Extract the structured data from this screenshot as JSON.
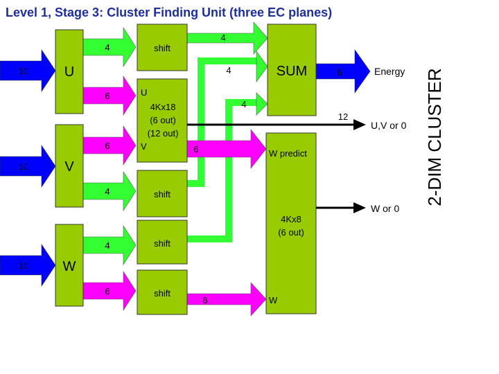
{
  "title": "Level 1, Stage 3: Cluster Finding Unit (three EC planes)",
  "side_label": "2-DIM CLUSTER",
  "colors": {
    "title": "#1f2f9a",
    "block_fill": "#99cc00",
    "block_stroke": "#333333",
    "blue_arrow": "#0000ff",
    "green_arrow": "#33ff33",
    "magenta_arrow": "#ff00ff",
    "line": "#000000"
  },
  "inputs": {
    "u_width": "10",
    "v_width": "10",
    "w_width": "10"
  },
  "blocks": {
    "u": "U",
    "v": "V",
    "w": "W",
    "shift_top": "shift",
    "shift_v": "shift",
    "shift_w4": "shift",
    "shift_w6": "shift",
    "sum": "SUM",
    "lut_u_port": "U",
    "lut_size": "4Kx18",
    "lut_out1": "(6 out)",
    "lut_out2": "(12 out)",
    "lut_v_port": "V",
    "wpred_label": "W predict",
    "wpred_size": "4Kx8",
    "wpred_out": "(6 out)",
    "wpred_w_port": "W"
  },
  "bus_widths": {
    "u_to_shift": "4",
    "shift_to_sum": "4",
    "u_to_lut": "6",
    "v_to_lut": "6",
    "v_to_shift": "4",
    "shiftv_to_sum": "4",
    "shiftw_to_sum": "4",
    "lut_to_wpred": "6",
    "w_to_shift4": "4",
    "w_to_shift6": "6",
    "shift6_to_wpred": "6",
    "sum_out": "6",
    "uv_out": "12"
  },
  "outputs": {
    "energy": "Energy",
    "uv": "U,V or 0",
    "w": "W or 0"
  }
}
